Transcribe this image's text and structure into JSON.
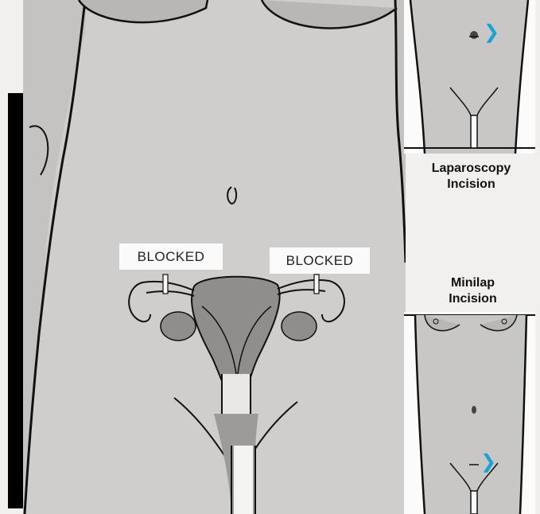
{
  "labels": {
    "left": "BLOCKED",
    "right": "BLOCKED"
  },
  "insets": {
    "top_caption_line1": "Laparoscopy",
    "top_caption_line2": "Incision",
    "bottom_caption_line1": "Minilap",
    "bottom_caption_line2": "Incision"
  },
  "icons": {
    "incision_marker": "chevron-right",
    "incision_marker_color": "#1aa3d6"
  }
}
